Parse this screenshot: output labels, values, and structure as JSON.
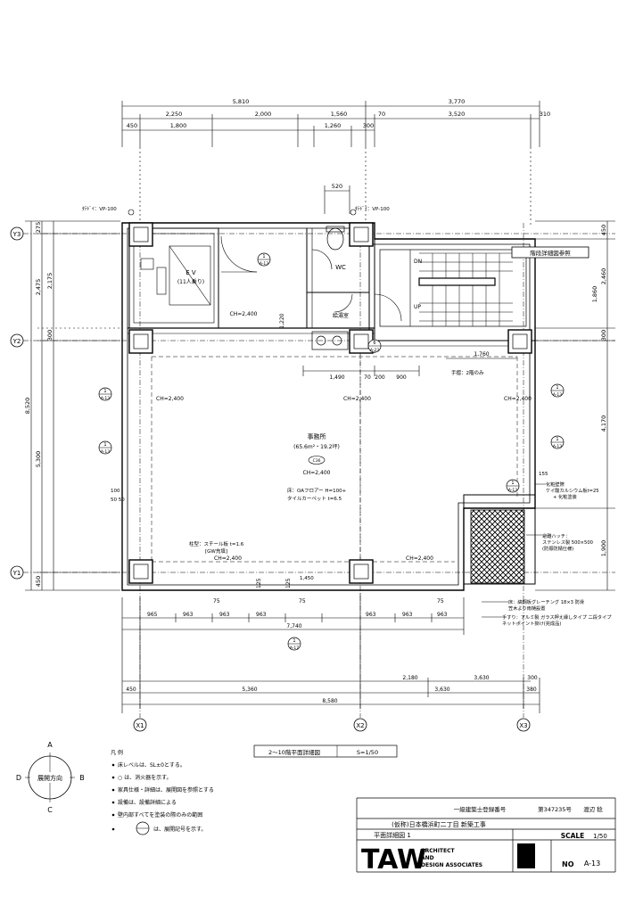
{
  "dimensions": {
    "top_overall": [
      "5,810",
      "3,770"
    ],
    "top_row2": [
      "2,250",
      "2,000",
      "1,560",
      "70",
      "3,520",
      "310"
    ],
    "top_row3": [
      "450",
      "1,800",
      "1,260",
      "300"
    ],
    "small_520": "520",
    "left_outer": "8,520",
    "left_mid": [
      "2,475",
      "5,300"
    ],
    "left_inner": [
      "2,175",
      "300"
    ],
    "left_small": [
      "275",
      "450"
    ],
    "right_side": [
      "450",
      "2,460",
      "1,860",
      "300",
      "4,170",
      "1,900"
    ],
    "mid_row": [
      "1,490",
      "70",
      "200",
      "900"
    ],
    "dim_1760": "1,760",
    "dim_1220": "1,220",
    "bottom_7740": "7,740",
    "bottom_row_a": [
      "2,180",
      "3,630",
      "300"
    ],
    "bottom_row_b": [
      "450",
      "5,360",
      "3,630",
      "380"
    ],
    "bottom_total": "8,580",
    "dim_155": "155",
    "dim_1450": "1,450",
    "dim_100": "100",
    "dim_5050": "50  50",
    "bottom_segs": [
      "965",
      "963",
      "963",
      "963",
      "963",
      "963",
      "963"
    ],
    "dim_75": [
      "75",
      "75",
      "75"
    ],
    "dim_125": [
      "125",
      "125"
    ]
  },
  "grid": {
    "rows": [
      "Y3",
      "Y2",
      "Y1"
    ],
    "cols": [
      "X1",
      "X2",
      "X3"
    ]
  },
  "labels": {
    "pipe1": "ﾀﾃﾄﾞｲ：VP-100",
    "pipe2": "ﾀﾃﾄﾞｲ：VP-100",
    "ev": "E V",
    "ev_sub": "(11人乗り)",
    "wc": "WC",
    "storage": "給湯室",
    "ch_2400": "CH=2,400",
    "stair_note": "階段詳細図参照",
    "dn": "DN",
    "up": "UP",
    "handrail_note": "手摺：2階のみ",
    "office": "事務所",
    "office_area": "(65.6m²・19.2坪)",
    "office_tag": "C36",
    "office_ch": "CH=2,400",
    "floor_finish1": "床：OAフロアー H=100+",
    "floor_finish2": "タイルカーペット t=6.5",
    "column_note": "柱型：スチール板 t=1.6",
    "column_note2": "[GW充填]",
    "ch_labels": [
      "CH=2,400",
      "CH=2,400",
      "CH=2,400",
      "CH=2,400",
      "CH=2,400",
      "CH=2,400"
    ],
    "marker_num": "1",
    "marker_code": "A-13",
    "marker_num_b": "6",
    "marker_code_b": "A-23",
    "right_note1": "化粧壁際",
    "right_note2": "ケイ酸カルシウム板t=25",
    "right_note3": "+ 化粧塗装",
    "right_note4": "避難ハッチ：",
    "right_note5": "ステンレス製 500×500",
    "right_note6": "(防振防錆仕様)",
    "bottom_note1": "床：縞鋼板グレーチング 18×3 防滑",
    "bottom_note2": "笠木より雨樋設置",
    "bottom_note3": "手すり：アルミ製 ガラス押え縁しタイプ 二段タイプ",
    "bottom_note4": "ネットポイント掛け(完成品)",
    "section_marker_num": "1",
    "section_marker_code": "A-17"
  },
  "title_strip": {
    "title": "2～10階平面詳細図",
    "scale": "S=1/50"
  },
  "compass": {
    "a": "A",
    "b": "B",
    "c": "C",
    "d": "D",
    "center": "展開方向"
  },
  "legend": {
    "heading": "凡 例",
    "items": [
      "床レベルは、SL±0とする。",
      "○ は、消火器を示す。",
      "家具仕様・詳細は、展開図を参照とする",
      "設備は、設備詳細による",
      "壁内部すべてを塗装の際のみの範囲",
      "は、展開記号を示す。"
    ]
  },
  "title_block": {
    "architect_reg": "一級建築士登録番号",
    "reg_no": "第347235号",
    "architect_name": "渡辺  稔",
    "project": "(仮称)日本橋浜町二丁目  新築工事",
    "drawing_name": "平面詳細図 1",
    "scale_label": "SCALE",
    "scale_value": "1/50",
    "logo": "TAW",
    "firm_line1": "ARCHITECT",
    "firm_line2": "AND",
    "firm_line3": "DESIGN  ASSOCIATES",
    "no_label": "NO",
    "drawing_no": "A-13"
  }
}
